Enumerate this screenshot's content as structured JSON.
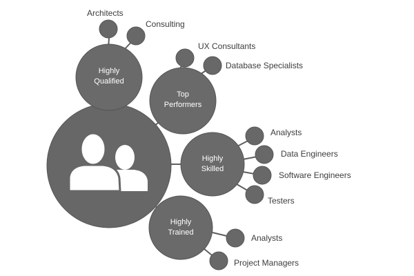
{
  "colors": {
    "node_fill": "#686868",
    "edge": "#5e5e5e",
    "label_text": "#3c3c3c",
    "node_text": "#ffffff"
  },
  "center": {
    "icon": "two-people-icon"
  },
  "groups": {
    "qualified": {
      "line1": "Highly",
      "line2": "Qualified",
      "leaves": [
        "Architects",
        "Consulting"
      ]
    },
    "top": {
      "line1": "Top",
      "line2": "Performers",
      "leaves": [
        "UX Consultants",
        "Database Specialists"
      ]
    },
    "skilled": {
      "line1": "Highly",
      "line2": "Skilled",
      "leaves": [
        "Analysts",
        "Data Engineers",
        "Software Engineers",
        "Testers"
      ]
    },
    "trained": {
      "line1": "Highly",
      "line2": "Trained",
      "leaves": [
        "Analysts",
        "Project Managers"
      ]
    }
  }
}
